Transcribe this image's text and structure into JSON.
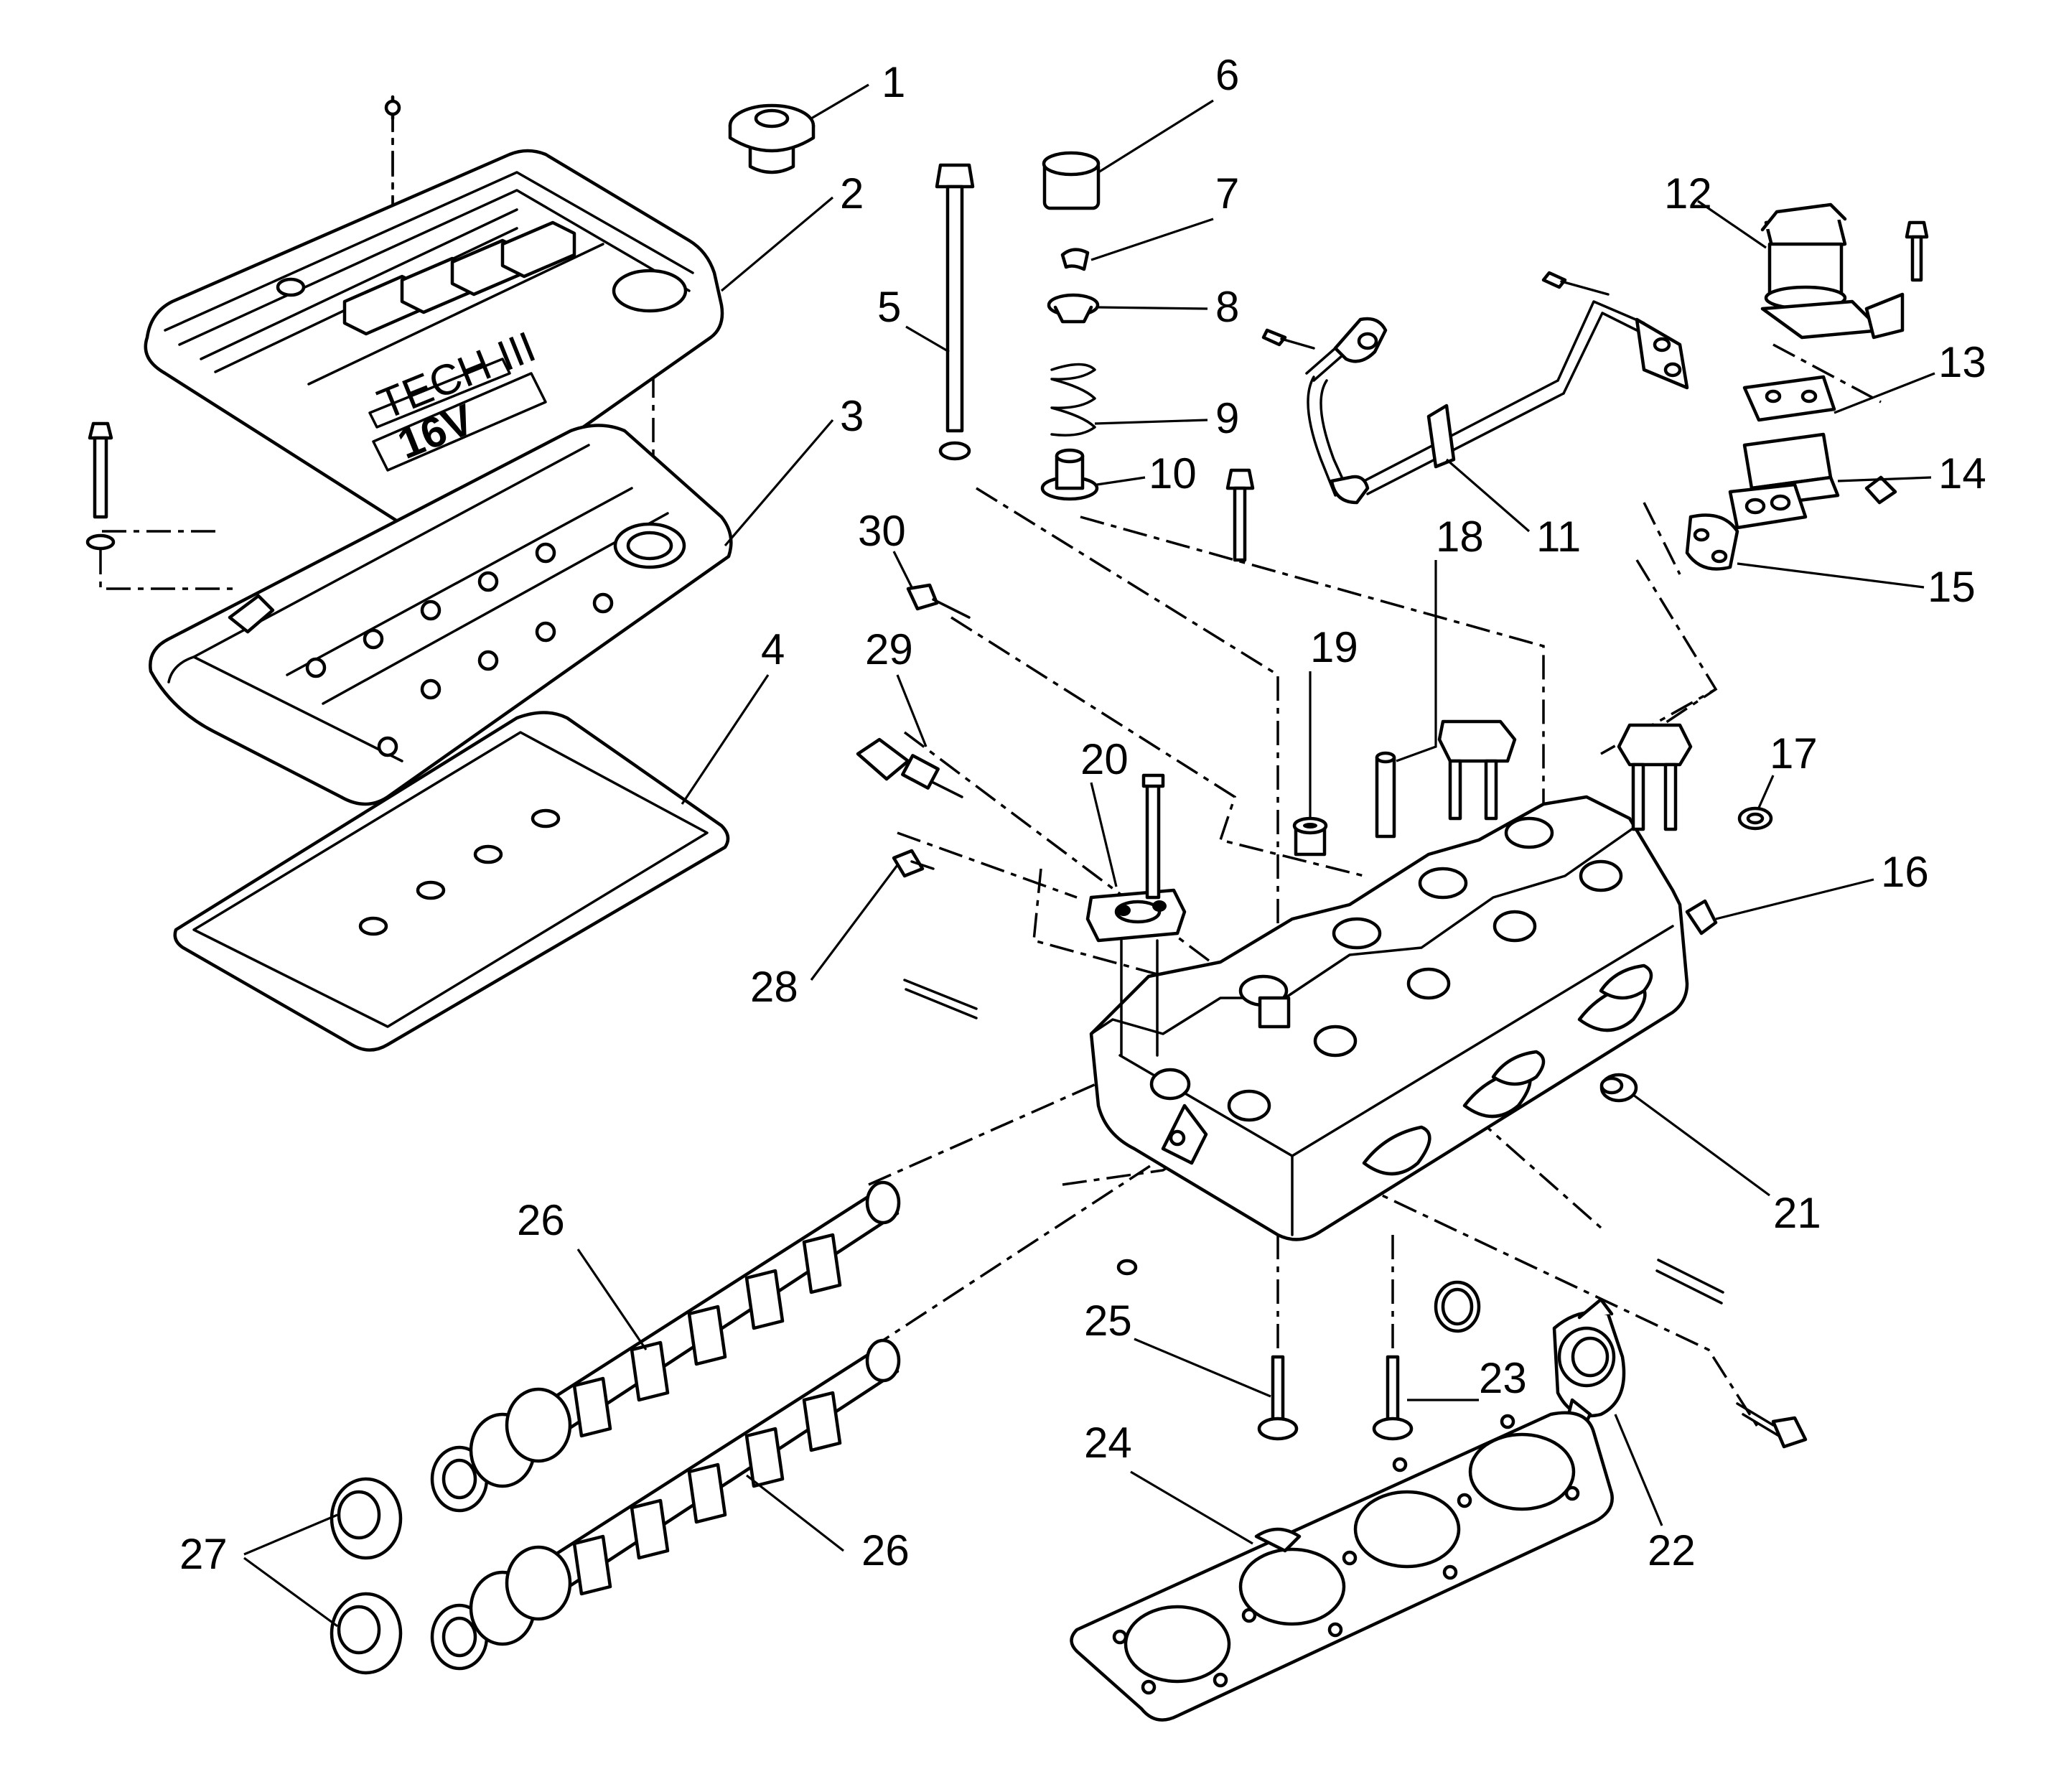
{
  "figure": {
    "cover_marks": {
      "logo": "TECH III",
      "displacement": "16V"
    },
    "callouts": [
      {
        "id": "1",
        "text": "1"
      },
      {
        "id": "2",
        "text": "2"
      },
      {
        "id": "3",
        "text": "3"
      },
      {
        "id": "4",
        "text": "4"
      },
      {
        "id": "5",
        "text": "5"
      },
      {
        "id": "6",
        "text": "6"
      },
      {
        "id": "7",
        "text": "7"
      },
      {
        "id": "8",
        "text": "8"
      },
      {
        "id": "9",
        "text": "9"
      },
      {
        "id": "10",
        "text": "10"
      },
      {
        "id": "11",
        "text": "11"
      },
      {
        "id": "12",
        "text": "12"
      },
      {
        "id": "13",
        "text": "13"
      },
      {
        "id": "14",
        "text": "14"
      },
      {
        "id": "15",
        "text": "15"
      },
      {
        "id": "16",
        "text": "16"
      },
      {
        "id": "17",
        "text": "17"
      },
      {
        "id": "18",
        "text": "18"
      },
      {
        "id": "19",
        "text": "19"
      },
      {
        "id": "20",
        "text": "20"
      },
      {
        "id": "21",
        "text": "21"
      },
      {
        "id": "22",
        "text": "22"
      },
      {
        "id": "23",
        "text": "23"
      },
      {
        "id": "24",
        "text": "24"
      },
      {
        "id": "25",
        "text": "25"
      },
      {
        "id": "26a",
        "text": "26"
      },
      {
        "id": "26b",
        "text": "26"
      },
      {
        "id": "27",
        "text": "27"
      },
      {
        "id": "28",
        "text": "28"
      },
      {
        "id": "29",
        "text": "29"
      },
      {
        "id": "30",
        "text": "30"
      }
    ]
  }
}
